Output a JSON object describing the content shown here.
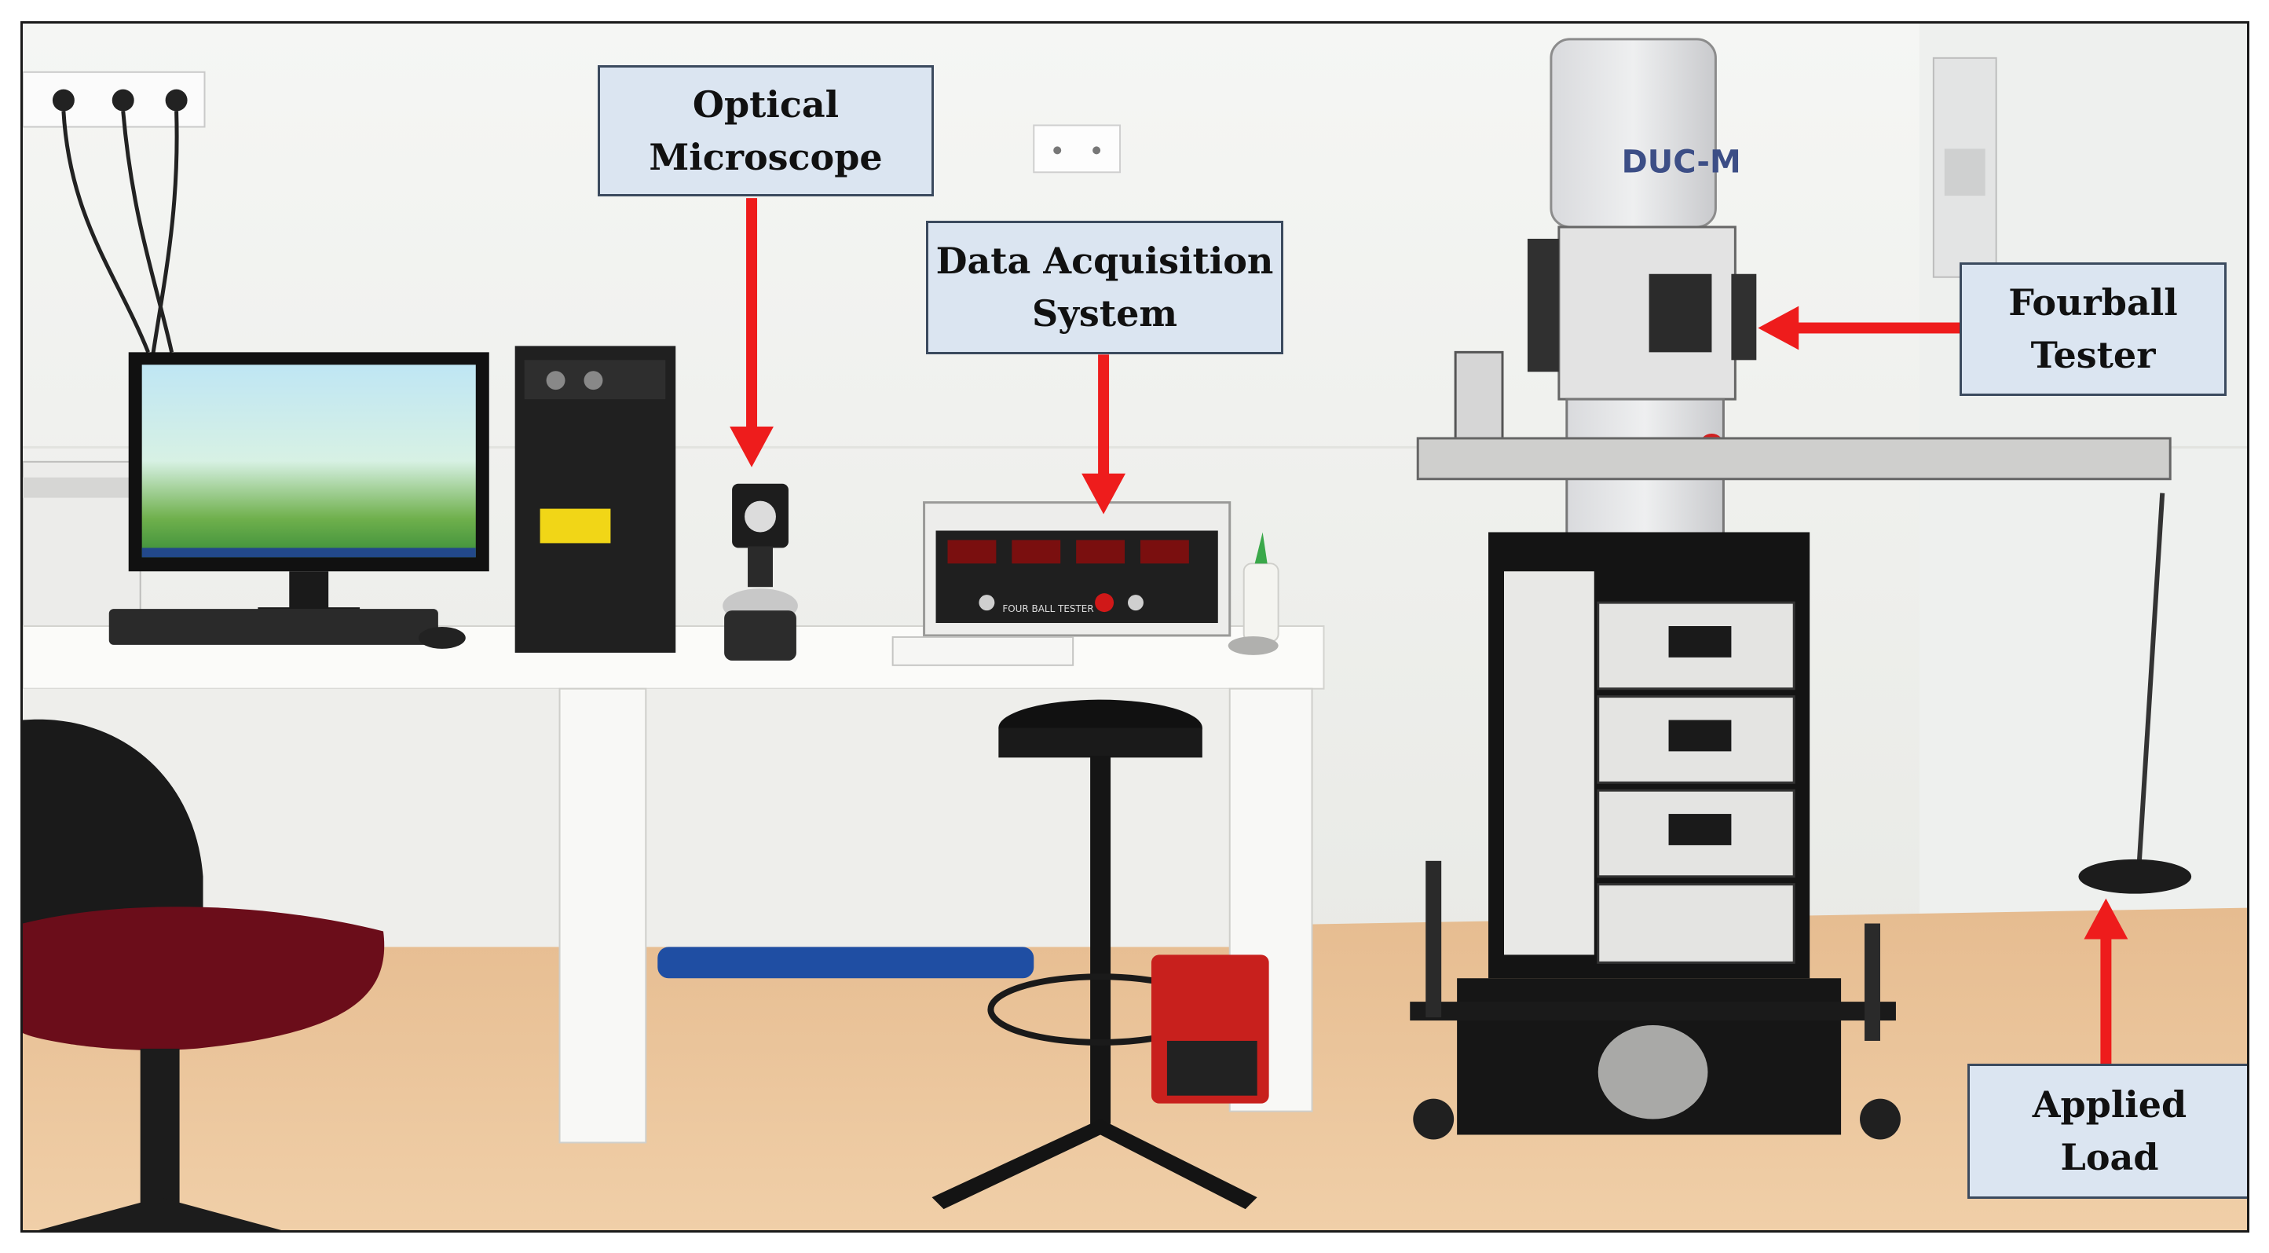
{
  "labels": {
    "optical_microscope": [
      "Optical",
      "Microscope"
    ],
    "data_acquisition": [
      "Data Acquisition",
      "System"
    ],
    "fourball_tester": [
      "Fourball",
      "Tester"
    ],
    "applied_load": [
      "Applied",
      "Load"
    ]
  },
  "equipment_text": {
    "device_brand": "DUC-M",
    "panel_caption": "FOUR BALL TESTER"
  },
  "colors": {
    "arrow": "#ee1c1c",
    "label_fill": "#dbe5f1",
    "label_border": "#3b4a5e",
    "wall": "#f3f4f2",
    "floor": "#e8b98c"
  }
}
